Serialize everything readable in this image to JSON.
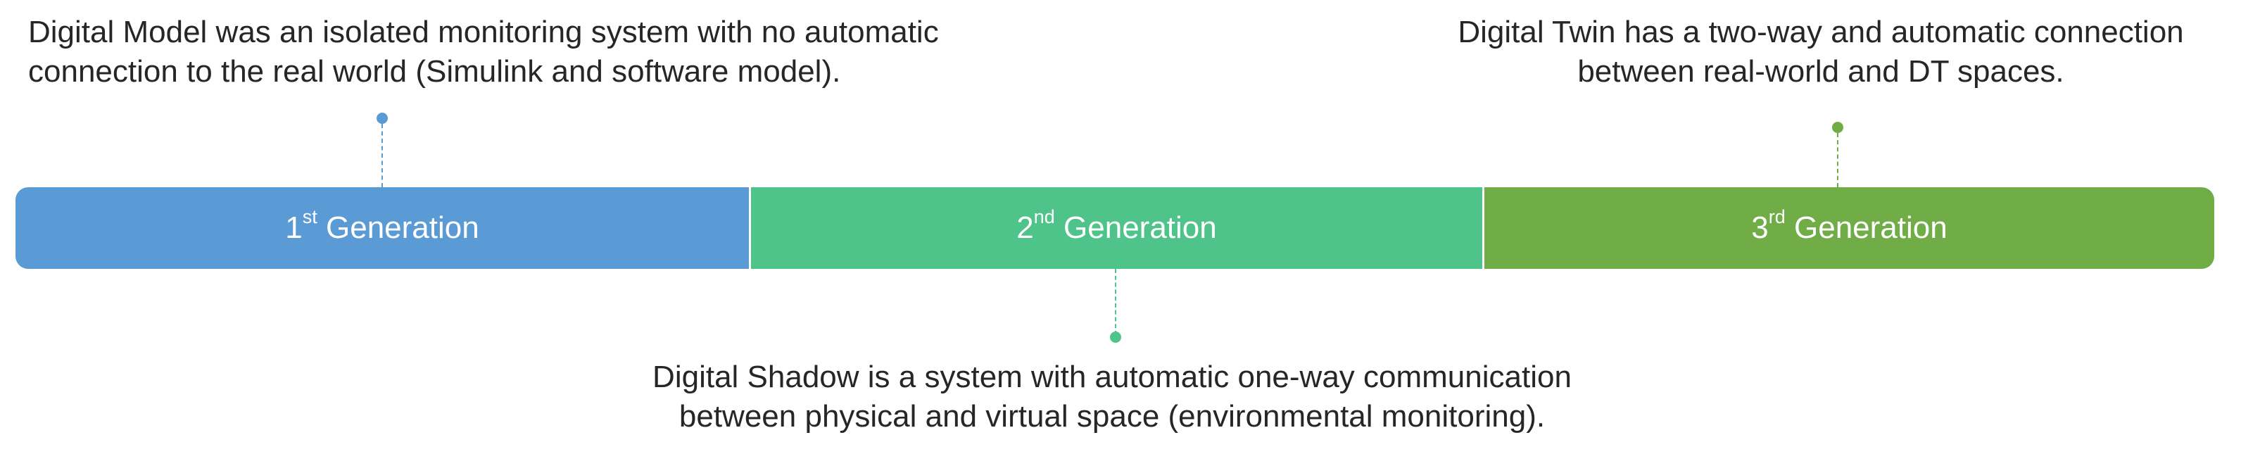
{
  "colors": {
    "gen1": "#5b9bd5",
    "gen2": "#4ec48b",
    "gen3": "#70ad47",
    "text": "#262626"
  },
  "generations": [
    {
      "number": "1",
      "suffix": "st",
      "word": "Generation",
      "description": [
        "Digital Model was an isolated monitoring system with no automatic",
        "connection to the real world (Simulink and software model)."
      ]
    },
    {
      "number": "2",
      "suffix": "nd",
      "word": "Generation",
      "description": [
        "Digital Shadow is a system with automatic one-way communication",
        "between physical and virtual space (environmental monitoring)."
      ]
    },
    {
      "number": "3",
      "suffix": "rd",
      "word": "Generation",
      "description": [
        "Digital Twin has a two-way and automatic connection",
        "between real-world and DT spaces."
      ]
    }
  ]
}
